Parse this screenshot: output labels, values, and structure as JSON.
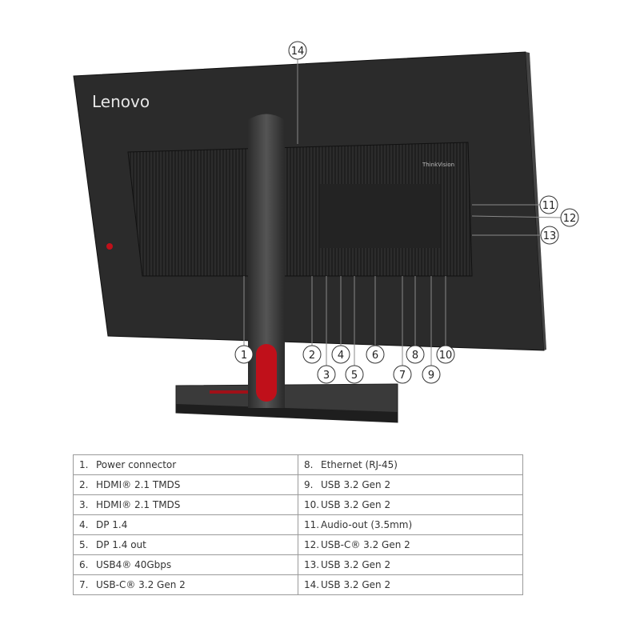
{
  "brand": {
    "logo": "Lenovo",
    "series": "ThinkVision"
  },
  "callouts": [
    "1",
    "2",
    "3",
    "4",
    "5",
    "6",
    "7",
    "8",
    "9",
    "10",
    "11",
    "12",
    "13",
    "14"
  ],
  "ports": [
    {
      "n": "1.",
      "label": "Power connector"
    },
    {
      "n": "2.",
      "label": "HDMI® 2.1 TMDS"
    },
    {
      "n": "3.",
      "label": "HDMI® 2.1 TMDS"
    },
    {
      "n": "4.",
      "label": "DP 1.4"
    },
    {
      "n": "5.",
      "label": "DP 1.4 out"
    },
    {
      "n": "6.",
      "label": "USB4® 40Gbps"
    },
    {
      "n": "7.",
      "label": "USB-C® 3.2 Gen 2"
    },
    {
      "n": "8.",
      "label": "Ethernet (RJ-45)"
    },
    {
      "n": "9.",
      "label": "USB 3.2 Gen 2"
    },
    {
      "n": "10.",
      "label": "USB 3.2 Gen 2"
    },
    {
      "n": "11.",
      "label": "Audio-out (3.5mm)"
    },
    {
      "n": "12.",
      "label": "USB-C® 3.2 Gen 2"
    },
    {
      "n": "13.",
      "label": "USB 3.2 Gen 2"
    },
    {
      "n": "14.",
      "label": "USB 3.2 Gen 2"
    }
  ],
  "colors": {
    "body": "#2a2a2a",
    "accent": "#c0101a"
  }
}
